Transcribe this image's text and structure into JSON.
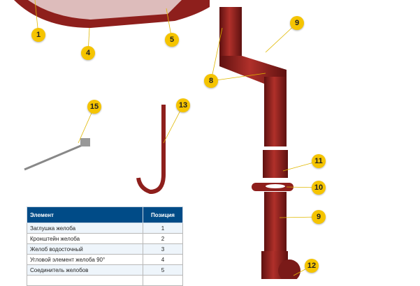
{
  "labels": [
    "1",
    "4",
    "5",
    "9",
    "8",
    "15",
    "13",
    "11",
    "10",
    "9",
    "12"
  ],
  "table": {
    "headers": [
      "Элемент",
      "Позиция"
    ],
    "rows": [
      {
        "name": "Заглушка желоба",
        "pos": "1"
      },
      {
        "name": "Кронштейн желоба",
        "pos": "2"
      },
      {
        "name": "Желоб водосточный",
        "pos": "3"
      },
      {
        "name": "Угловой элемент желоба 90°",
        "pos": "4"
      },
      {
        "name": "Соединитель желобов",
        "pos": "5"
      },
      {
        "name": "",
        "pos": ""
      }
    ]
  },
  "colors": {
    "pipe": "#8e1f1c",
    "badge": "#f5c400",
    "header": "#004b87"
  }
}
